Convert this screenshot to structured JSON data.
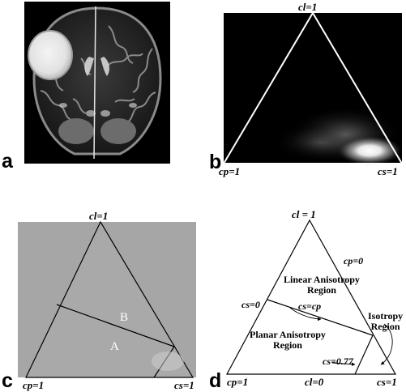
{
  "panels": {
    "a": {
      "label": "a"
    },
    "b": {
      "label": "b",
      "top": "cl=1",
      "left": "cp=1",
      "right": "cs=1"
    },
    "c": {
      "label": "c",
      "top": "cl=1",
      "left": "cp=1",
      "right": "cs=1",
      "region_b": "B",
      "region_a": "A"
    },
    "d": {
      "label": "d",
      "top": "cl = 1",
      "left": "cp=1",
      "bottom_mid": "cl=0",
      "right": "cs=1",
      "cp0": "cp=0",
      "cs0": "cs=0",
      "cscp": "cs=cp",
      "cs077": "cs=0.77",
      "linear_region": "Linear Anisotropy\nRegion",
      "planar_region": "Planar Anisotropy\nRegion",
      "isotropy_region": "Isotropy\nRegion"
    }
  }
}
